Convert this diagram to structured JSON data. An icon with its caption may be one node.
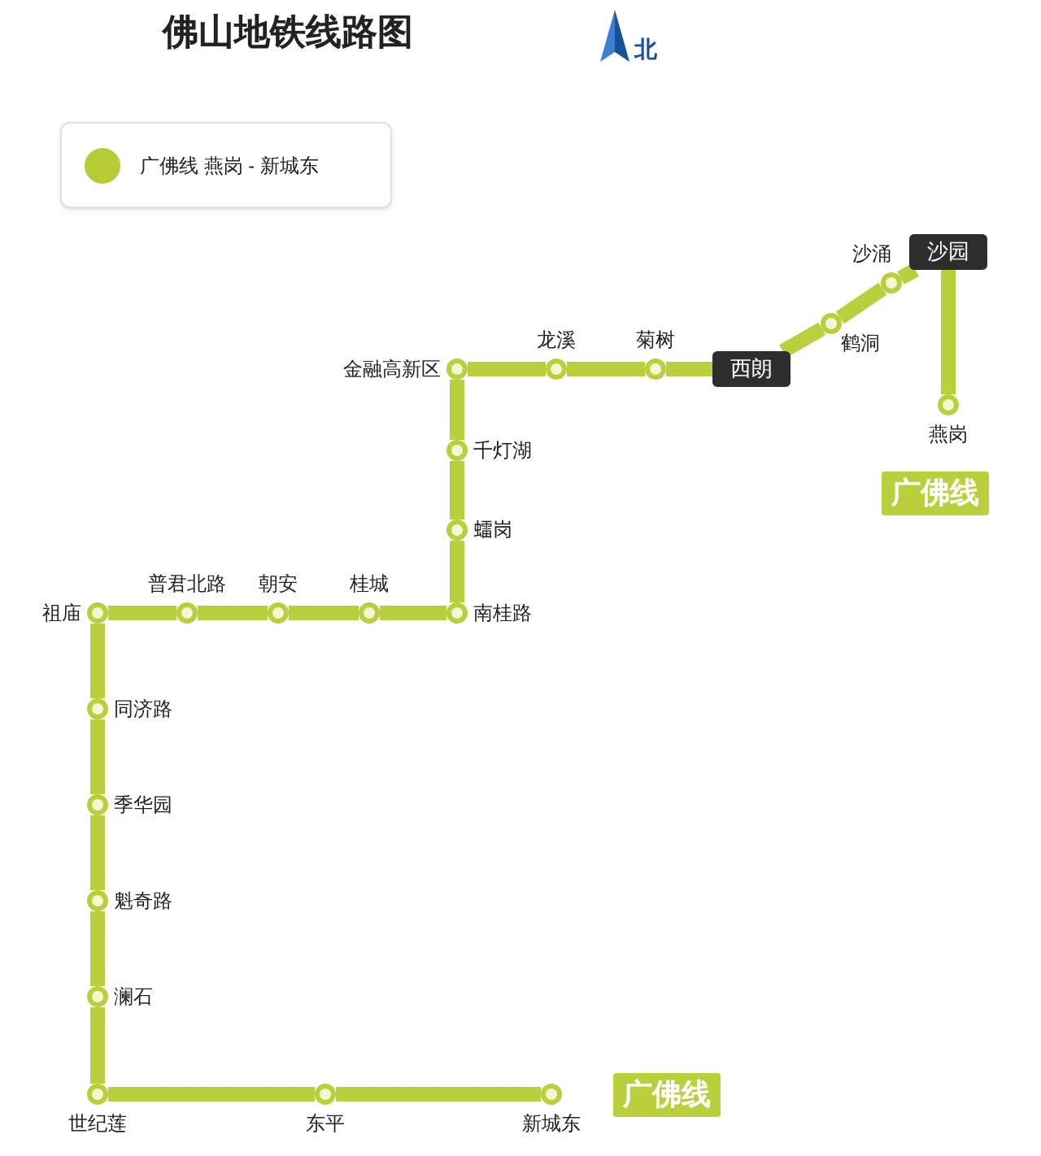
{
  "diagram": {
    "title": "佛山地铁线路图",
    "nodes": [
      {
        "text": [],
        "shape": "circle",
        "beside": [
          "燕岗"
        ]
      },
      {
        "text": [
          "沙园"
        ]
      },
      {
        "text": [],
        "shape": "circle",
        "beside": [
          "沙涌"
        ]
      },
      {
        "text": [],
        "shape": "circle",
        "beside": [
          "鹤洞"
        ]
      },
      {
        "text": [
          "西朗"
        ]
      },
      {
        "text": [],
        "shape": "circle",
        "beside": [
          "菊树"
        ]
      },
      {
        "text": [],
        "shape": "circle",
        "beside": [
          "龙溪"
        ]
      },
      {
        "text": [],
        "shape": "circle",
        "beside": [
          "金融高新区"
        ]
      },
      {
        "text": [],
        "shape": "circle",
        "beside": [
          "千灯湖"
        ]
      },
      {
        "text": [],
        "shape": "circle",
        "beside": [
          "𧒽岗"
        ]
      },
      {
        "text": [],
        "shape": "circle",
        "beside": [
          "南桂路"
        ]
      },
      {
        "text": [],
        "shape": "circle",
        "beside": [
          "桂城"
        ]
      },
      {
        "text": [],
        "shape": "circle",
        "beside": [
          "朝安"
        ]
      },
      {
        "text": [],
        "shape": "circle",
        "beside": [
          "普君北路"
        ]
      },
      {
        "text": [],
        "shape": "circle",
        "beside": [
          "祖庙"
        ]
      },
      {
        "text": [],
        "shape": "circle",
        "beside": [
          "同济路"
        ]
      },
      {
        "text": [],
        "shape": "circle",
        "beside": [
          "季华园"
        ]
      },
      {
        "text": [],
        "shape": "circle",
        "beside": [
          "魁奇路"
        ]
      },
      {
        "text": [],
        "shape": "circle",
        "beside": [
          "澜石"
        ]
      },
      {
        "text": [],
        "shape": "circle",
        "beside": [
          "世纪莲"
        ]
      },
      {
        "text": [],
        "shape": "circle",
        "beside": [
          "东平"
        ]
      },
      {
        "text": [],
        "shape": "circle",
        "beside": [
          "新城东"
        ]
      }
    ],
    "edges": [
      {
        "from": 0,
        "to": 1,
        "arrow": "none"
      },
      {
        "from": 1,
        "to": 2,
        "arrow": "none"
      },
      {
        "from": 2,
        "to": 3,
        "arrow": "none"
      },
      {
        "from": 3,
        "to": 4,
        "arrow": "none"
      },
      {
        "from": 4,
        "to": 5,
        "arrow": "none"
      },
      {
        "from": 5,
        "to": 6,
        "arrow": "none"
      },
      {
        "from": 6,
        "to": 7,
        "arrow": "none"
      },
      {
        "from": 7,
        "to": 8,
        "arrow": "none"
      },
      {
        "from": 8,
        "to": 9,
        "arrow": "none"
      },
      {
        "from": 9,
        "to": 10,
        "arrow": "none"
      },
      {
        "from": 10,
        "to": 11,
        "arrow": "none"
      },
      {
        "from": 11,
        "to": 12,
        "arrow": "none"
      },
      {
        "from": 12,
        "to": 13,
        "arrow": "none"
      },
      {
        "from": 13,
        "to": 14,
        "arrow": "none"
      },
      {
        "from": 14,
        "to": 15,
        "arrow": "none"
      },
      {
        "from": 15,
        "to": 16,
        "arrow": "none"
      },
      {
        "from": 16,
        "to": 17,
        "arrow": "none"
      },
      {
        "from": 17,
        "to": 18,
        "arrow": "none"
      },
      {
        "from": 18,
        "to": 19,
        "arrow": "none"
      },
      {
        "from": 19,
        "to": 20,
        "arrow": "none"
      },
      {
        "from": 20,
        "to": 21,
        "arrow": "none"
      }
    ],
    "labels": [
      "北",
      "广佛线",
      "广佛线"
    ],
    "legend": [
      {
        "text": "广佛线 燕岗 - 新城东",
        "color": "#b5cc34"
      }
    ]
  }
}
